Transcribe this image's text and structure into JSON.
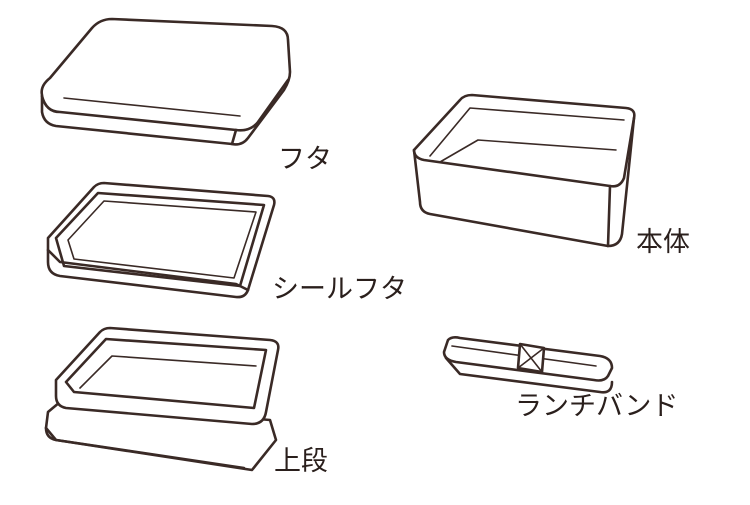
{
  "parts": {
    "lid": {
      "label": "フタ"
    },
    "seal_lid": {
      "label": "シールフタ"
    },
    "upper_tier": {
      "label": "上段"
    },
    "body": {
      "label": "本体"
    },
    "lunch_band": {
      "label": "ランチバンド"
    }
  },
  "colors": {
    "line": "#3a2a26",
    "text": "#2a1f1c",
    "background": "#ffffff"
  }
}
